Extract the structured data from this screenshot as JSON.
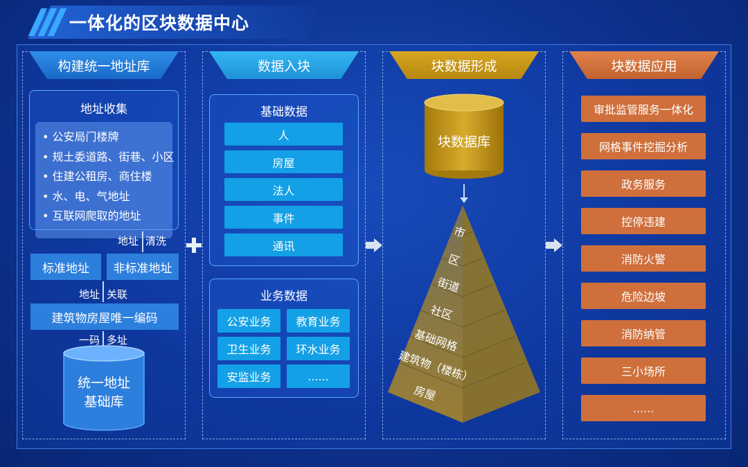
{
  "title": "一体化的区块数据中心",
  "col1": {
    "header": "构建统一地址库",
    "collect_title": "地址收集",
    "collect_items": [
      "• 公安局门楼牌",
      "• 规土委道路、街巷、小区",
      "• 住建公租房、商住楼",
      "• 水、电、气地址",
      "• 互联网爬取的地址"
    ],
    "label1_left": "地址",
    "label1_right": "清洗",
    "std_addr": "标准地址",
    "nonstd_addr": "非标准地址",
    "label2_left": "地址",
    "label2_right": "关联",
    "building_code": "建筑物房屋唯一编码",
    "label3_left": "一码",
    "label3_right": "多址",
    "db_line1": "统一地址",
    "db_line2": "基础库"
  },
  "col2": {
    "header": "数据入块",
    "basic_title": "基础数据",
    "basic_items": [
      "人",
      "房屋",
      "法人",
      "事件",
      "通讯"
    ],
    "biz_title": "业务数据",
    "biz_items": [
      "公安业务",
      "教育业务",
      "卫生业务",
      "环水业务",
      "安监业务",
      "......"
    ]
  },
  "col3": {
    "header": "块数据形成",
    "db_label": "块数据库",
    "pyramid_levels": [
      "市",
      "区",
      "街道",
      "社区",
      "基础网格",
      "建筑物（楼栋）",
      "房屋"
    ]
  },
  "col4": {
    "header": "块数据应用",
    "items": [
      "审批监管服务一体化",
      "网格事件挖掘分析",
      "政务服务",
      "控停违建",
      "消防火警",
      "危险边坡",
      "消防纳管",
      "三小场所",
      "......"
    ]
  },
  "colors": {
    "blue_header": "#2f8fe8",
    "cyan_header": "#34b6f2",
    "gold_header": "#d6a622",
    "orange_header": "#e1824c",
    "orange_button": "#cf6f3c",
    "cyan_button": "#13a0e6"
  }
}
